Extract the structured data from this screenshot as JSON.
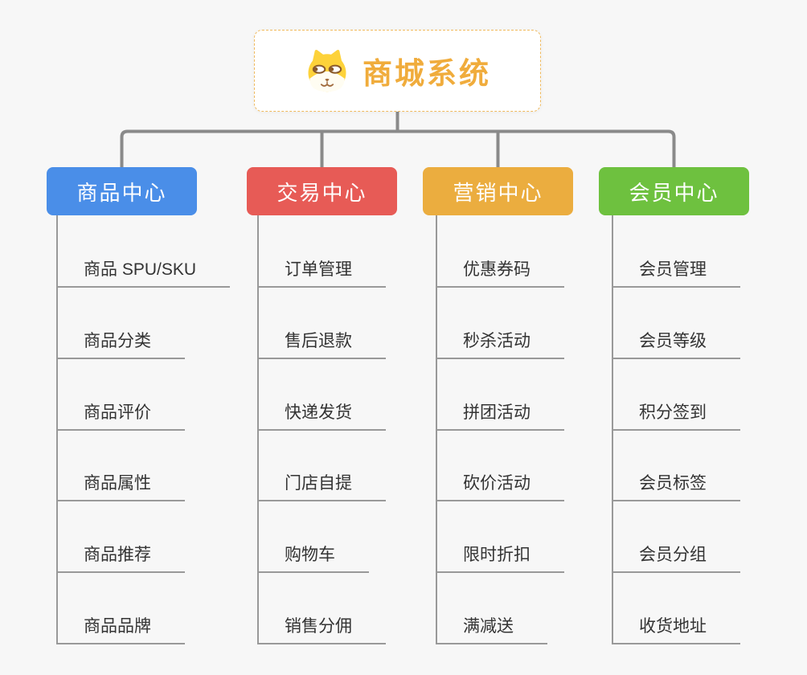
{
  "root": {
    "title": "商城系统",
    "icon": "dog-face-icon",
    "title_color": "#F0AC3C",
    "border_color": "#F0BA5E"
  },
  "branches": [
    {
      "label": "商品中心",
      "color": "#4A8EE8",
      "children": [
        "商品 SPU/SKU",
        "商品分类",
        "商品评价",
        "商品属性",
        "商品推荐",
        "商品品牌"
      ]
    },
    {
      "label": "交易中心",
      "color": "#E75B56",
      "children": [
        "订单管理",
        "售后退款",
        "快递发货",
        "门店自提",
        "购物车",
        "销售分佣"
      ]
    },
    {
      "label": "营销中心",
      "color": "#EBAD3F",
      "children": [
        "优惠券码",
        "秒杀活动",
        "拼团活动",
        "砍价活动",
        "限时折扣",
        "满减送"
      ]
    },
    {
      "label": "会员中心",
      "color": "#6EC13F",
      "children": [
        "会员管理",
        "会员等级",
        "积分签到",
        "会员标签",
        "会员分组",
        "收货地址"
      ]
    }
  ],
  "connector_color": "#8A8A8A",
  "leaf_line_color": "#999999",
  "leaf_text_color": "#333333"
}
